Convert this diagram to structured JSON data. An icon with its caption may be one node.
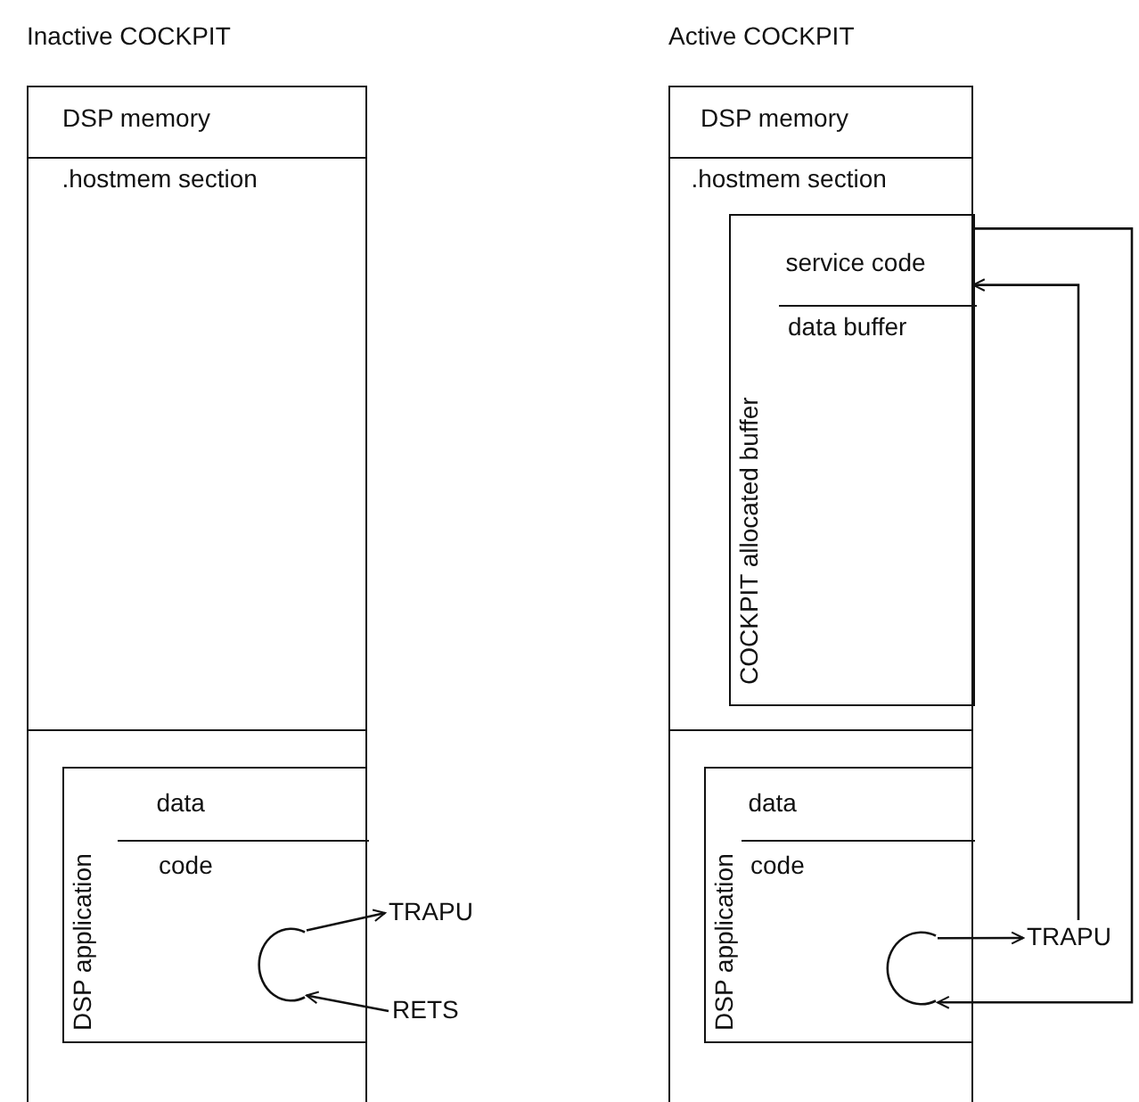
{
  "diagram": {
    "nodes": [
      {
        "text": [
          "Inactive COCKPIT",
          "DSP memory"
        ]
      },
      {
        "text": [
          ".hostmem section"
        ],
        "in": 0
      },
      {
        "text": [
          "DSP application"
        ],
        "in": 0
      },
      {
        "text": [
          "data"
        ],
        "in": 2
      },
      {
        "text": [
          "code"
        ],
        "in": 2
      },
      {
        "text": [],
        "shape": "circle",
        "in": 4
      },
      {
        "text": [
          "TRAPU"
        ]
      },
      {
        "text": [
          "RETS"
        ]
      },
      {
        "text": [
          "Active COCKPIT",
          "DSP memory"
        ]
      },
      {
        "text": [
          ".hostmem section"
        ],
        "in": 8
      },
      {
        "text": [
          "COCKPIT allocated buffer"
        ],
        "in": 9
      },
      {
        "text": [
          "service code"
        ],
        "in": 10
      },
      {
        "text": [
          "data buffer"
        ],
        "in": 10
      },
      {
        "text": [
          "DSP application"
        ],
        "in": 8
      },
      {
        "text": [
          "data"
        ],
        "in": 13
      },
      {
        "text": [
          "code"
        ],
        "in": 13
      },
      {
        "text": [],
        "shape": "circle",
        "in": 15
      },
      {
        "text": [
          "TRAPU"
        ]
      }
    ],
    "edges": [
      {
        "from": 5,
        "to": 6,
        "arrow": "to"
      },
      {
        "from": 7,
        "to": 5,
        "arrow": "to"
      },
      {
        "from": 16,
        "to": 17,
        "arrow": "to"
      },
      {
        "from": 17,
        "to": 11,
        "arrow": "to"
      },
      {
        "from": 11,
        "to": 16,
        "arrow": "to"
      }
    ]
  }
}
